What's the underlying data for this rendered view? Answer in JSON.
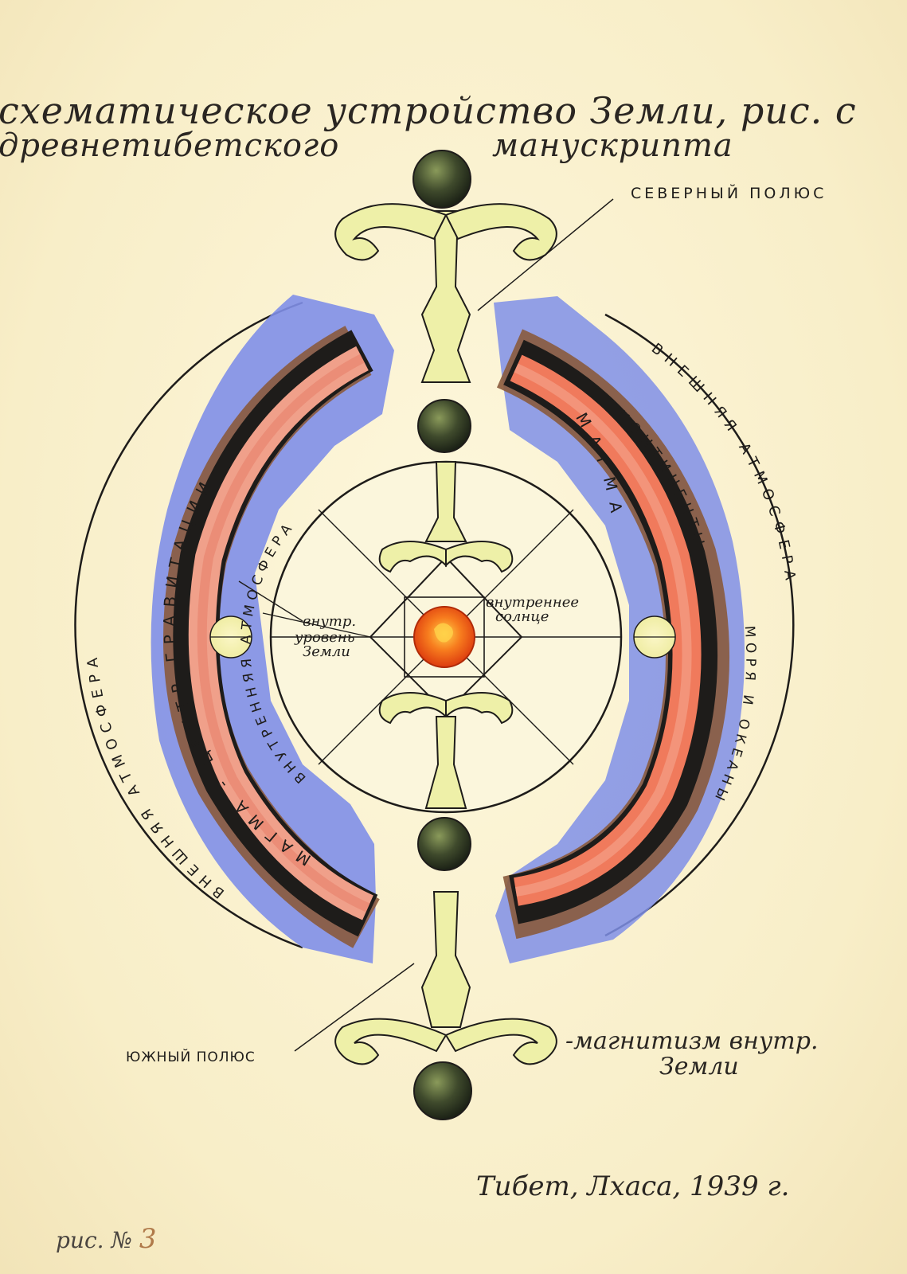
{
  "title": {
    "line1": "схематическое устройство Земли, рис. с",
    "line2_left": "древнетибетского",
    "line2_right": "манускрипта"
  },
  "labels": {
    "north_pole": "СЕВЕРНЫЙ ПОЛЮС",
    "south_pole": "ЮЖНЫЙ ПОЛЮС",
    "magnetism_line1": "-магнитизм внутр.",
    "magnetism_line2": "Земли",
    "inner_sun_line1": "внутреннее",
    "inner_sun_line2": "солнце",
    "inner_level_1": "внутр.",
    "inner_level_2": "уровень",
    "inner_level_3": "Земли",
    "left_outer_atmosphere": "ВНЕШНЯЯ АТМОСФЕРА",
    "left_magma": "МАГМА - ЦЕНТР ГРАВИТАЦИИ",
    "inner_atmosphere": "ВНУТРЕННЯЯ АТМОСФЕРА",
    "right_outer_atmosphere": "ВНЕШНЯЯ АТМОСФЕРА",
    "right_continents": "КОНТИНЕНТЫ",
    "right_magma": "МАГМА",
    "right_seas": "МОРЯ И ОКЕАНЫ"
  },
  "footer": {
    "place_date": "Тибет, Лхаса, 1939 г.",
    "fig_prefix": "рис. №",
    "fig_number": "3"
  },
  "colors": {
    "paper": "#fbf3d3",
    "atmosphere_blue": "#7f8fe8",
    "crust_brown": "#8a5a3c",
    "magma_orange": "#f08a6c",
    "magma_pink": "#f2a58c",
    "ink_black": "#1e1c1a",
    "ornament_yellow": "#eef0a8",
    "orb_green": "#3f4a2c",
    "sun_orange": "#f05a1a"
  }
}
